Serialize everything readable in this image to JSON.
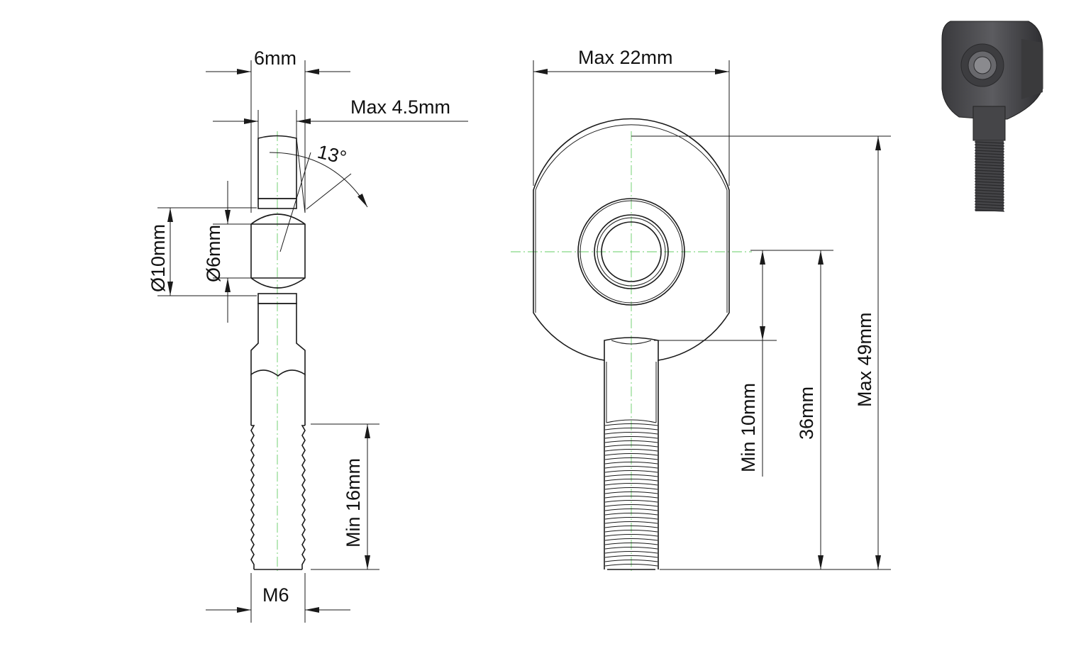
{
  "dimensions": {
    "width_6mm": "6mm",
    "max_4_5mm": "Max 4.5mm",
    "angle": "13°",
    "dia_10mm": "Ø10mm",
    "dia_6mm": "Ø6mm",
    "min_16mm": "Min 16mm",
    "thread": "M6",
    "max_22mm": "Max 22mm",
    "min_10mm": "Min 10mm",
    "len_36mm": "36mm",
    "max_49mm": "Max 49mm"
  },
  "colors": {
    "line": "#1a1a1a",
    "centerline": "#66cc66",
    "render_body": "#4a4a4d"
  }
}
